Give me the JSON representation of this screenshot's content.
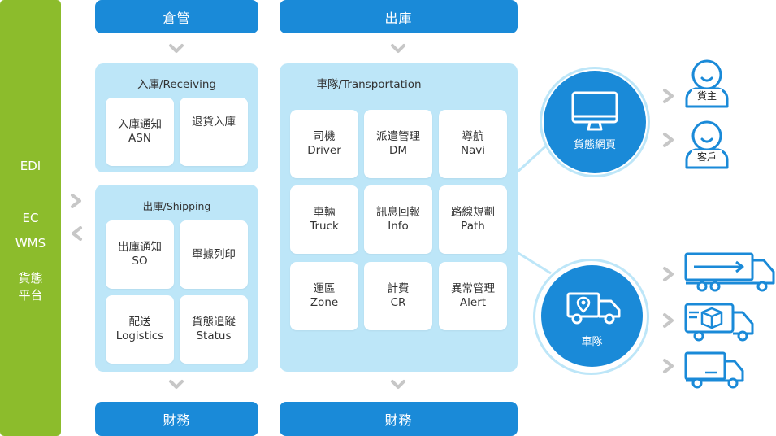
{
  "sidebar": {
    "items": [
      "EDI",
      "EC",
      "WMS",
      "貨態",
      "平台"
    ]
  },
  "warehouse": {
    "header": "倉管",
    "receiving": {
      "title": "入庫/Receiving",
      "cards": [
        {
          "line1": "入庫通知",
          "line2": "ASN"
        },
        {
          "line1": "退貨入庫",
          "line2": ""
        }
      ]
    },
    "shipping": {
      "title": "出庫/Shipping",
      "cards": [
        {
          "line1": "出庫通知",
          "line2": "SO"
        },
        {
          "line1": "單據列印",
          "line2": ""
        },
        {
          "line1": "配送",
          "line2": "Logistics"
        },
        {
          "line1": "貨態追蹤",
          "line2": "Status"
        }
      ]
    },
    "footer": "財務"
  },
  "outbound": {
    "header": "出庫",
    "transport": {
      "title": "車隊/Transportation",
      "cards": [
        {
          "line1": "司機",
          "line2": "Driver"
        },
        {
          "line1": "派遣管理",
          "line2": "DM"
        },
        {
          "line1": "導航",
          "line2": "Navi"
        },
        {
          "line1": "車輛",
          "line2": "Truck"
        },
        {
          "line1": "訊息回報",
          "line2": "Info"
        },
        {
          "line1": "路線規劃",
          "line2": "Path"
        },
        {
          "line1": "運區",
          "line2": "Zone"
        },
        {
          "line1": "計費",
          "line2": "CR"
        },
        {
          "line1": "異常管理",
          "line2": "Alert"
        }
      ]
    },
    "footer": "財務"
  },
  "status_web": {
    "label": "貨態網頁",
    "people": [
      "貨主",
      "客戶"
    ]
  },
  "fleet": {
    "label": "車隊"
  },
  "colors": {
    "green": "#8cbc2c",
    "blue": "#1a8ad8",
    "light": "#bde6f8",
    "chevron": "#c7c7c7"
  }
}
